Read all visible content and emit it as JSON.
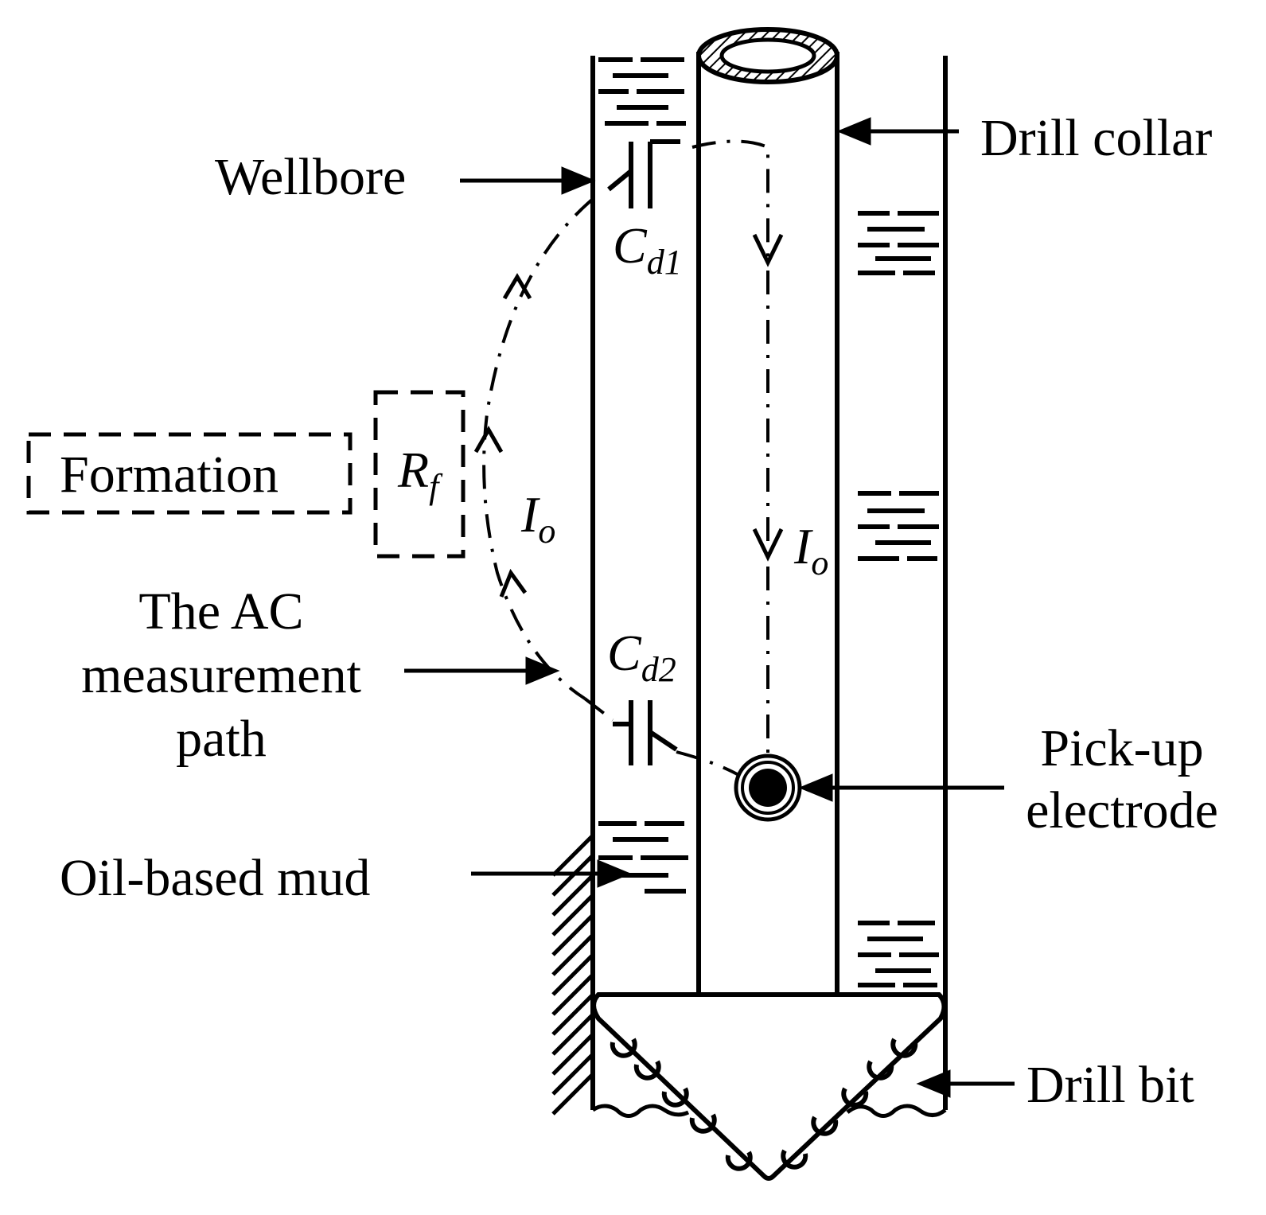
{
  "labels": {
    "drill_collar": "Drill collar",
    "wellbore": "Wellbore",
    "formation": "Formation",
    "ac_path_line1": "The AC",
    "ac_path_line2": "measurement",
    "ac_path_line3": "path",
    "oil_based_mud": "Oil-based mud",
    "pickup_line1": "Pick-up",
    "pickup_line2": "electrode",
    "drill_bit": "Drill bit"
  },
  "symbols": {
    "cd1_main": "C",
    "cd1_sub": "d1",
    "cd2_main": "C",
    "cd2_sub": "d2",
    "rf_main": "R",
    "rf_sub": "f",
    "current_left_main": "I",
    "current_left_sub": "o",
    "current_right_main": "I",
    "current_right_sub": "o"
  },
  "colors": {
    "stroke": "#000000",
    "background": "#ffffff"
  }
}
